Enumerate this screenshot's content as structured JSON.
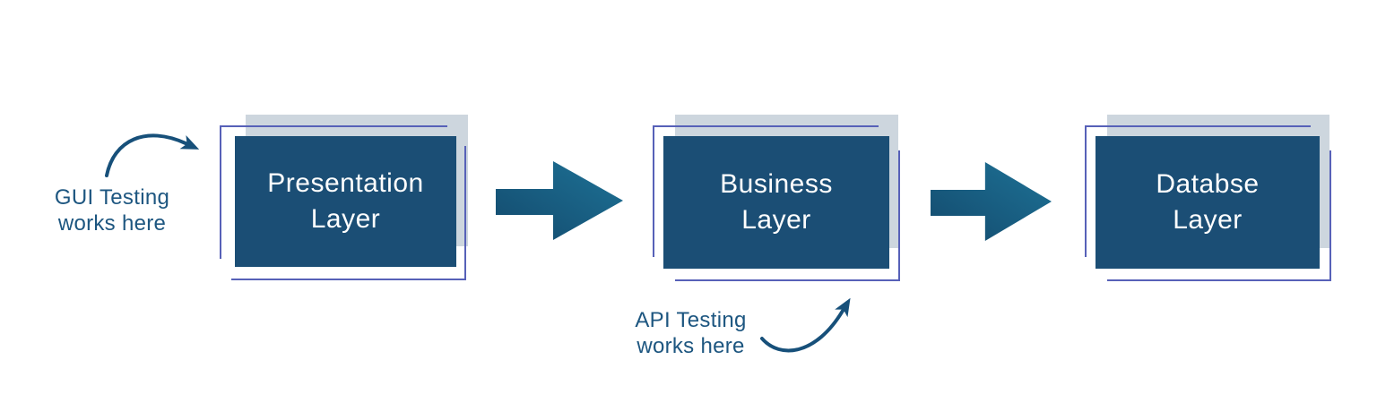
{
  "diagram": {
    "boxes": [
      {
        "line1": "Presentation",
        "line2": "Layer"
      },
      {
        "line1": "Business",
        "line2": "Layer"
      },
      {
        "line1": "Databse",
        "line2": "Layer"
      }
    ],
    "annotations": [
      {
        "line1": "GUI Testing",
        "line2": "works here"
      },
      {
        "line1": "API Testing",
        "line2": "works here"
      }
    ],
    "colors": {
      "box_fill": "#1b4e75",
      "box_text": "#ffffff",
      "shadow_fill": "#cdd6de",
      "frame_outline": "#5761b8",
      "annotation_text": "#1d5680",
      "curve_arrow_stroke": "#17507a",
      "flow_arrow_dark": "#134a6d",
      "flow_arrow_light": "#1e7296"
    }
  }
}
